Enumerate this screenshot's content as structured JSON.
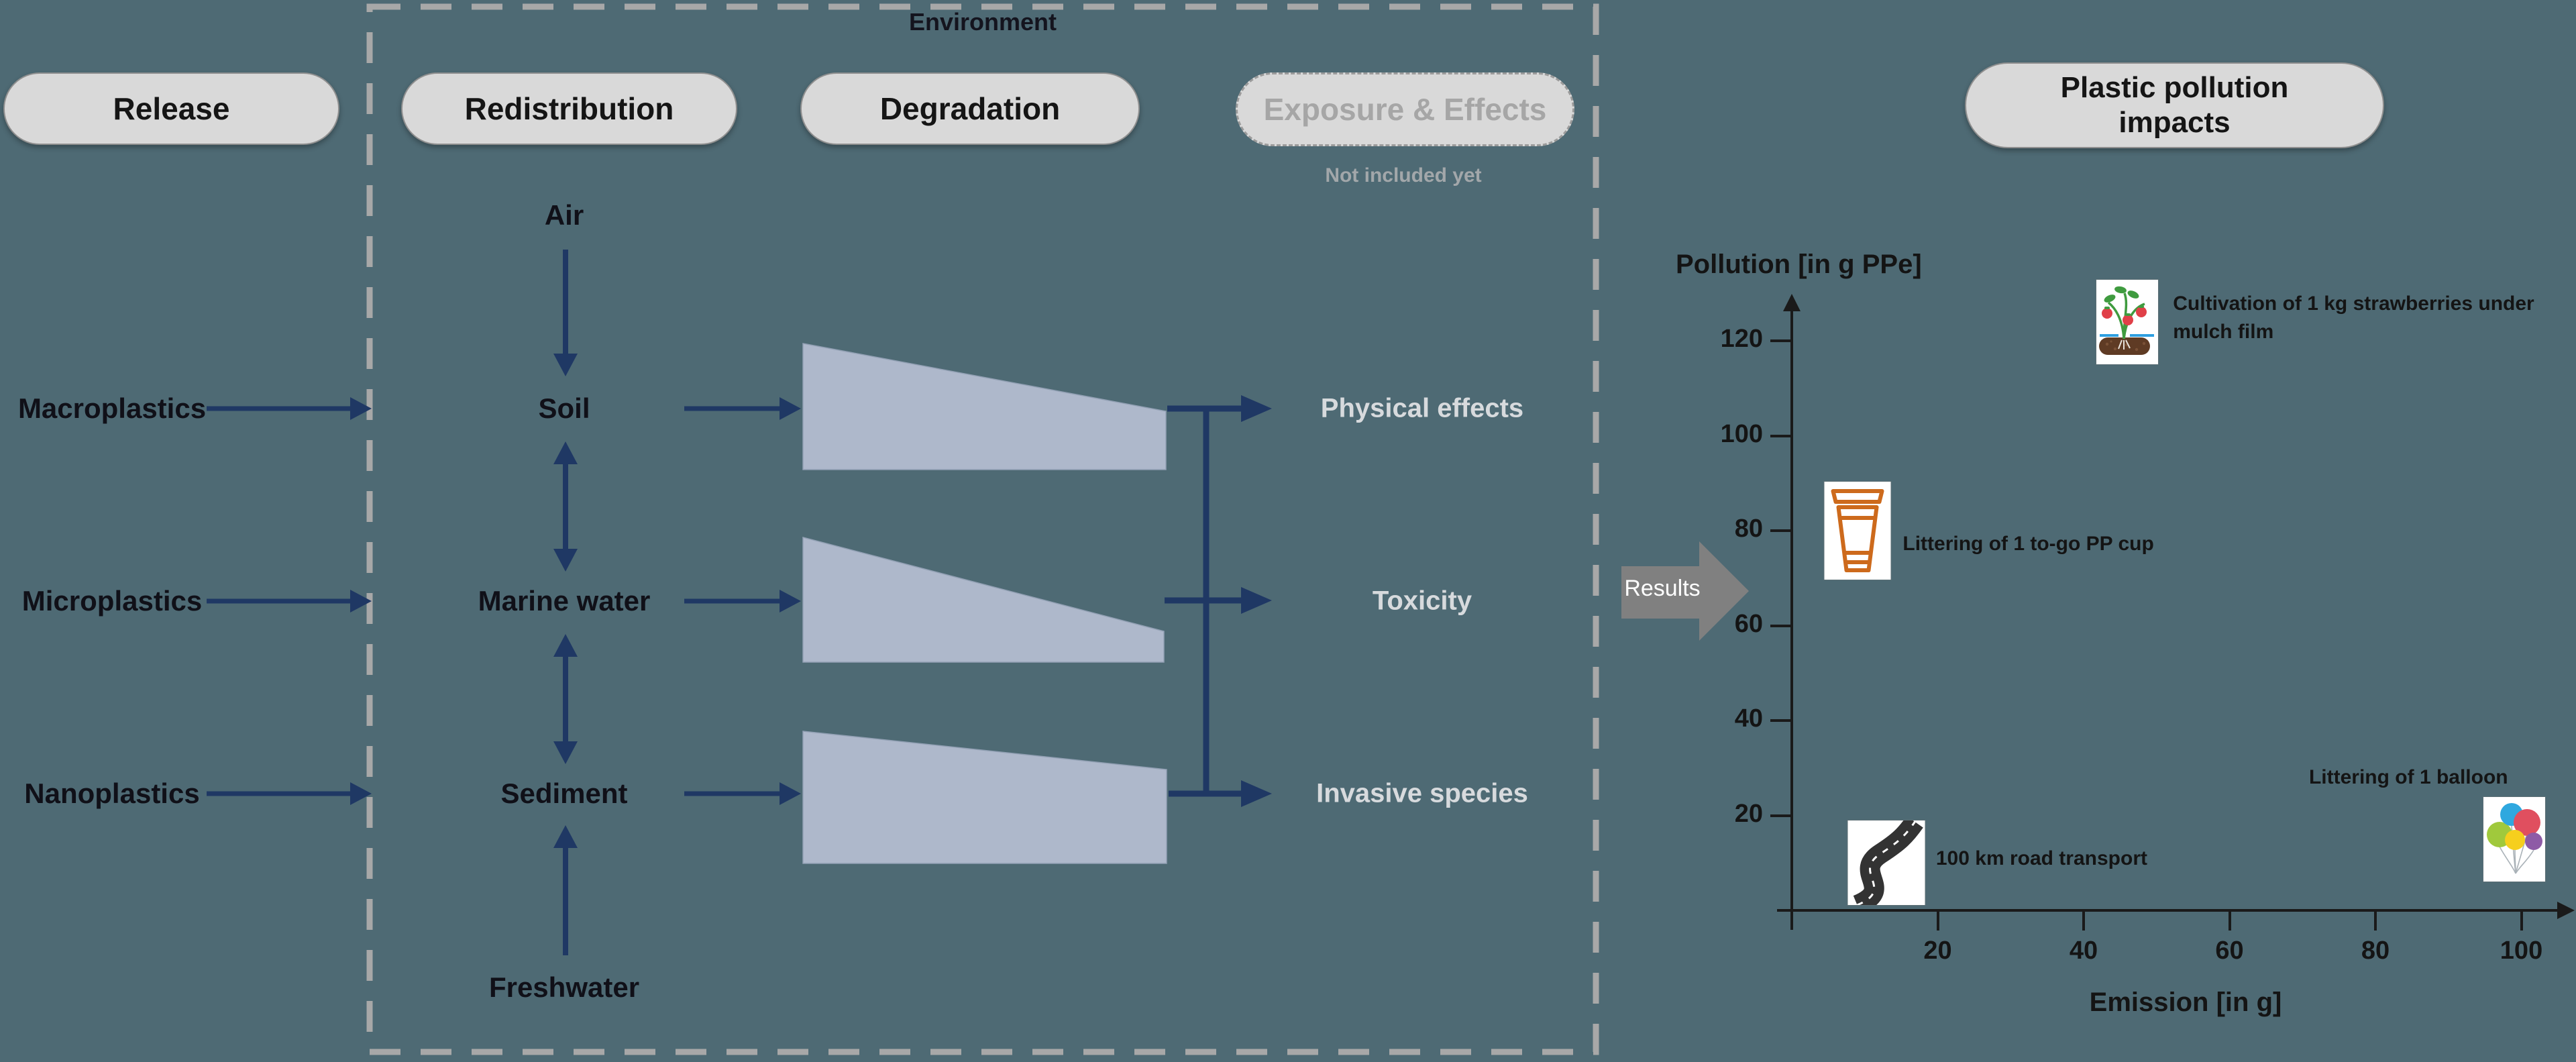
{
  "colors": {
    "background": "#4e6a74",
    "pill_fill": "#d9d9d9",
    "navy_arrow": "#1f3864",
    "trapezoid_fill": "#aeb8cb",
    "dashed_box": "#a8a8a8",
    "effect_text": "#d7dadd",
    "muted_gray_text": "#a2a7aa",
    "results_arrow": "#808080",
    "cup_orange": "#cd6a1c"
  },
  "stages": {
    "release": "Release",
    "redistribution": "Redistribution",
    "degradation": "Degradation",
    "exposure": "Exposure & Effects",
    "exposure_note": "Not included yet",
    "impacts": "Plastic pollution impacts"
  },
  "environment_label": "Environment",
  "release_items": [
    "Macroplastics",
    "Microplastics",
    "Nanoplastics"
  ],
  "compartments": {
    "air": "Air",
    "soil": "Soil",
    "marine": "Marine water",
    "sediment": "Sediment",
    "freshwater": "Freshwater"
  },
  "effects": [
    "Physical effects",
    "Toxicity",
    "Invasive species"
  ],
  "results_label": "Results",
  "chart_data": {
    "type": "scatter",
    "title": "Plastic pollution impacts",
    "xlabel": "Emission [in g]",
    "ylabel": "Pollution [in g PPe]",
    "xlim": [
      0,
      107
    ],
    "ylim": [
      0,
      132
    ],
    "grid": false,
    "xticks": [
      20,
      40,
      60,
      80,
      100
    ],
    "yticks": [
      20,
      40,
      60,
      80,
      100,
      120
    ],
    "points": [
      {
        "id": "strawberries",
        "icon": "strawberry-plant-icon",
        "label": "Cultivation of 1 kg strawberries under mulch film",
        "x": 46,
        "y": 124
      },
      {
        "id": "cup",
        "icon": "pp-cup-icon",
        "label": "Littering of 1 to-go PP cup",
        "x": 9,
        "y": 80
      },
      {
        "id": "road",
        "icon": "road-icon",
        "label": "100 km road transport",
        "x": 13,
        "y": 10
      },
      {
        "id": "balloon",
        "icon": "balloons-icon",
        "label": "Littering of 1 balloon",
        "x": 99,
        "y": 15
      }
    ]
  }
}
